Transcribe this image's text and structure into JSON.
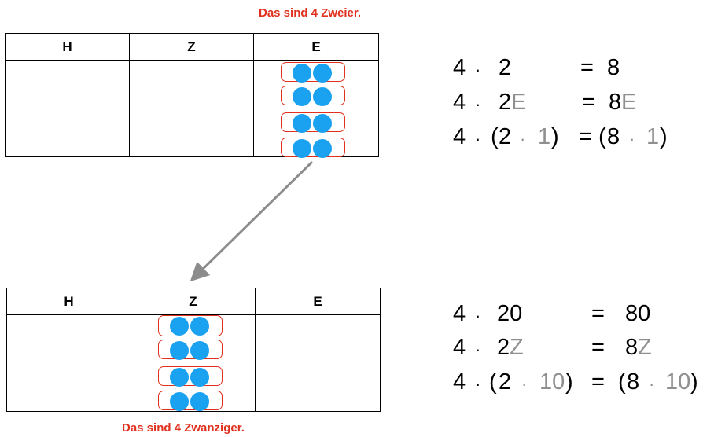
{
  "top": {
    "caption": "Das sind 4 Zweier.",
    "headers": [
      "H",
      "Z",
      "E"
    ],
    "groups": 4,
    "dots_per_group": 2
  },
  "bottom": {
    "caption": "Das sind 4 Zwanziger.",
    "headers": [
      "H",
      "Z",
      "E"
    ],
    "groups": 4,
    "dots_per_group": 2
  },
  "colors": {
    "caption": "#e0301e",
    "dot": "#1aa1f0",
    "group_border": "#e0301e",
    "unit_grey": "#8f8f8f",
    "arrow": "#8c8c8c"
  },
  "equations_top": [
    {
      "a": "4",
      "op": "·",
      "b": "2",
      "eq": "=",
      "r": "8"
    },
    {
      "a": "4",
      "op": "·",
      "b": "2",
      "bu": "E",
      "eq": "=",
      "r": "8",
      "ru": "E"
    },
    {
      "a": "4",
      "op": "·",
      "lp": "(",
      "b": "2",
      "m": "·",
      "u": "1",
      "rp": ")",
      "eq": "=",
      "rl": "(",
      "r": "8",
      "rm": "·",
      "ru": "1",
      "rr": ")"
    }
  ],
  "equations_bottom": [
    {
      "a": "4",
      "op": "·",
      "b": "20",
      "eq": "=",
      "r": "80"
    },
    {
      "a": "4",
      "op": "·",
      "b": "2",
      "bu": "Z",
      "eq": "=",
      "r": "8",
      "ru": "Z"
    },
    {
      "a": "4",
      "op": "·",
      "lp": "(",
      "b": "2",
      "m": "·",
      "u": "10",
      "rp": ")",
      "eq": "=",
      "rl": "(",
      "r": "8",
      "rm": "·",
      "ru": "10",
      "rr": ")"
    }
  ]
}
